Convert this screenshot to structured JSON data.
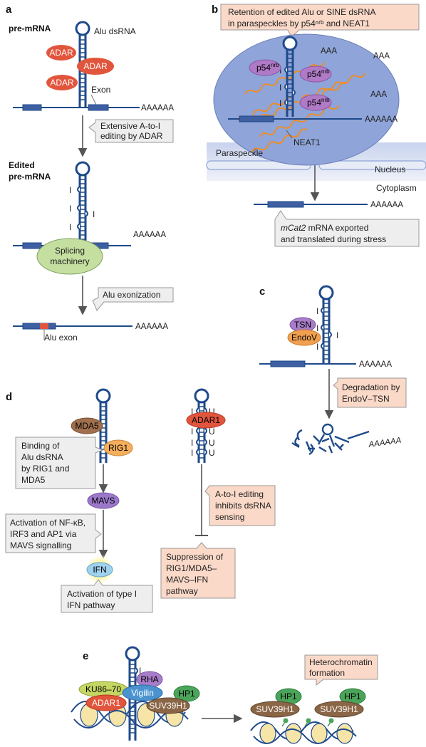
{
  "panels": {
    "a": {
      "letter": "a",
      "pre_mrna": "pre-mRNA",
      "alu_dsrna": "Alu dsRNA",
      "adar": "ADAR",
      "exon": "Exon",
      "polya": "AAAAAA",
      "editing_box": [
        "Extensive A-to-I",
        "editing by ADAR"
      ],
      "edited": [
        "Edited",
        "pre-mRNA"
      ],
      "splicing": [
        "Splicing",
        "machinery"
      ],
      "exonization": "Alu exonization",
      "alu_exon": "Alu exon",
      "inosine": "I"
    },
    "b": {
      "letter": "b",
      "retention_box": [
        "Retention of edited Alu or SINE dsRNA",
        "in paraspeckles by p54ⁿʳᵇ and NEAT1"
      ],
      "p54": "p54",
      "p54_sup": "nrb",
      "aaa": "AAA",
      "polya": "AAAAAA",
      "neat1": "NEAT1",
      "paraspeckle": "Paraspeckle",
      "nucleus": "Nucleus",
      "cytoplasm": "Cytoplasm",
      "export_box_italic": "mCat2",
      "export_box_rest": " mRNA exported",
      "export_box_line2": "and translated during stress"
    },
    "c": {
      "letter": "c",
      "tsn": "TSN",
      "endov": "EndoV",
      "polya": "AAAAAA",
      "degradation_box": [
        "Degradation by",
        "EndoV–TSN"
      ],
      "fragment_polya": "AAAAAA"
    },
    "d": {
      "letter": "d",
      "mda5": "MDA5",
      "rig1": "RIG1",
      "binding_box": [
        "Binding of",
        "Alu dsRNA",
        "by RIG1 and",
        "MDA5"
      ],
      "mavs": "MAVS",
      "activation_box": [
        "Activation of NF-κB,",
        "IRF3 and AP1 via",
        "MAVS signalling"
      ],
      "ifn": "IFN",
      "ifn_box": [
        "Activation of type I",
        "IFN pathway"
      ],
      "adar1": "ADAR1",
      "u": "U",
      "editing_box": [
        "A-to-I editing",
        "inhibits dsRNA",
        "sensing"
      ],
      "suppression_box": [
        "Suppression of",
        "RIG1/MDA5–",
        "MAVS–IFN",
        "pathway"
      ]
    },
    "e": {
      "letter": "e",
      "rha": "RHA",
      "ku": "KU86–70",
      "vigilin": "Vigilin",
      "hp1": "HP1",
      "adar1": "ADAR1",
      "suv": "SUV39H1",
      "hetero_box": [
        "Heterochromatin",
        "formation"
      ]
    }
  },
  "colors": {
    "rna": "#1e4a8a",
    "adar": "#e2553d",
    "callout_grey": "#eeeeee",
    "callout_peach": "#fbd9c8",
    "splicing": "#c5dfa0",
    "nucleus": "#8fa4d8",
    "membrane": "#cfd8ee",
    "p54": "#b07ac7",
    "squiggle": "#f08c22",
    "tsn": "#a77cc8",
    "endov": "#f1a04f",
    "mda5": "#a0704e",
    "rig1": "#f4ae5c",
    "mavs": "#9b78c9",
    "ifn": "#9fd2ee",
    "ku": "#c5d663",
    "rha": "#a77cc8",
    "vigilin": "#4a93cf",
    "hp1": "#4aa55a",
    "suv": "#8a6647",
    "alu_exon": "#e2553d"
  }
}
